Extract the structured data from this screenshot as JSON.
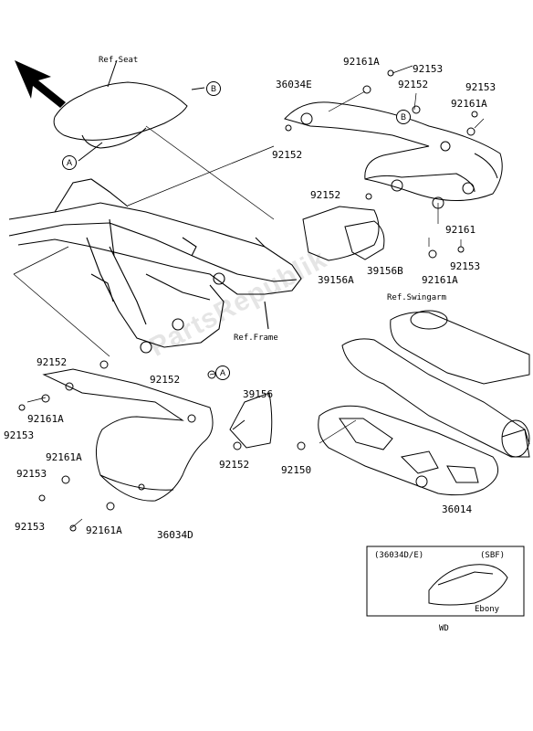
{
  "references": {
    "seat": "Ref.Seat",
    "frame": "Ref.Frame",
    "swingarm": "Ref.Swingarm"
  },
  "markers": {
    "a": "A",
    "b": "B"
  },
  "part_numbers": {
    "p36034E": "36034E",
    "p92161A_top": "92161A",
    "p92153_top": "92153",
    "p92152_top": "92152",
    "p92153_right": "92153",
    "p92161A_right": "92161A",
    "p92152_left_frame": "92152",
    "p92152_mid": "92152",
    "p92161": "92161",
    "p92153_mid_right": "92153",
    "p92161A_mid_right": "92161A",
    "p39156A": "39156A",
    "p39156B": "39156B",
    "p92152_left_cover": "92152",
    "p92161A_left_upper": "92161A",
    "p92153_left_upper": "92153",
    "p92152_center": "92152",
    "p39156": "39156",
    "p92161A_left_mid": "92161A",
    "p92153_left_mid": "92153",
    "p92152_under_cover": "92152",
    "p92153_bottom": "92153",
    "p92161A_bottom": "92161A",
    "p36034D": "36034D",
    "p92150": "92150",
    "p36014": "36014"
  },
  "inset": {
    "header_left": "(36034D/E)",
    "header_right": "(SBF)",
    "label": "Ebony",
    "footer": "WD"
  },
  "watermark": "PartsRepublik"
}
